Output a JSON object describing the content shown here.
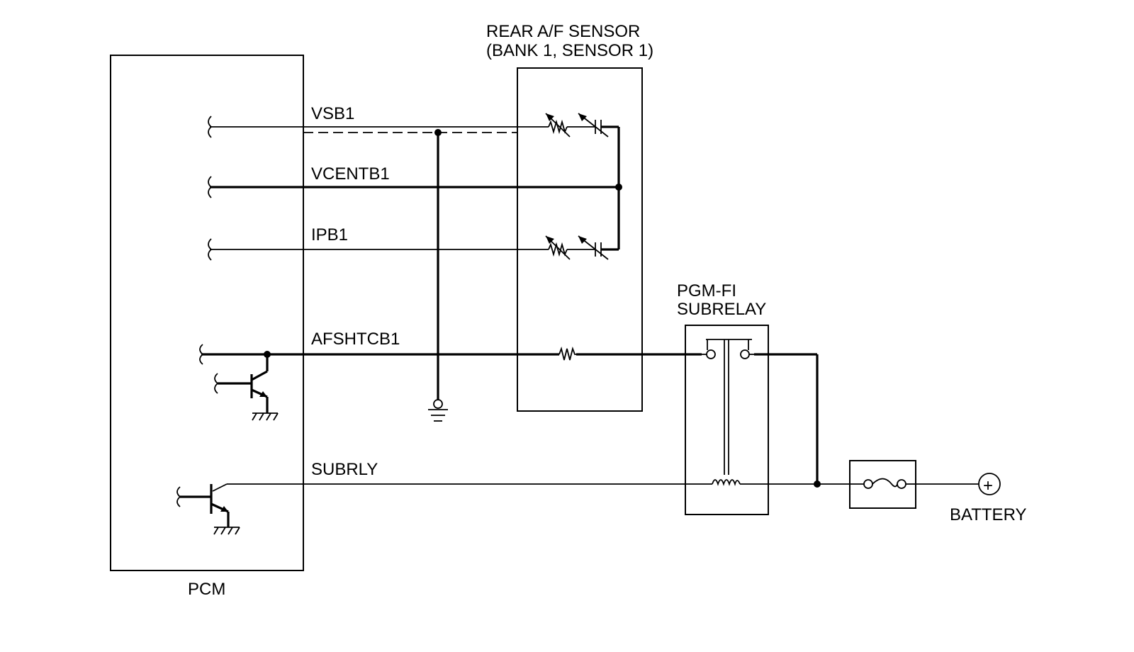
{
  "components": {
    "pcm": {
      "label": "PCM"
    },
    "rear_af_sensor": {
      "label_line1": "REAR A/F SENSOR",
      "label_line2": "(BANK 1, SENSOR 1)"
    },
    "pgm_fi_subrelay": {
      "label_line1": "PGM-FI",
      "label_line2": "SUBRELAY"
    },
    "battery": {
      "label": "BATTERY",
      "symbol": "+"
    }
  },
  "signals": [
    "VSB1",
    "VCENTB1",
    "IPB1",
    "AFSHTCB1",
    "SUBRLY"
  ],
  "icons": [
    "ground-icon",
    "chassis-ground-icon",
    "fuse-icon",
    "relay-coil-icon",
    "relay-switch-icon",
    "transistor-icon",
    "resistor-icon",
    "variable-resistor-icon",
    "variable-capacitor-icon"
  ]
}
